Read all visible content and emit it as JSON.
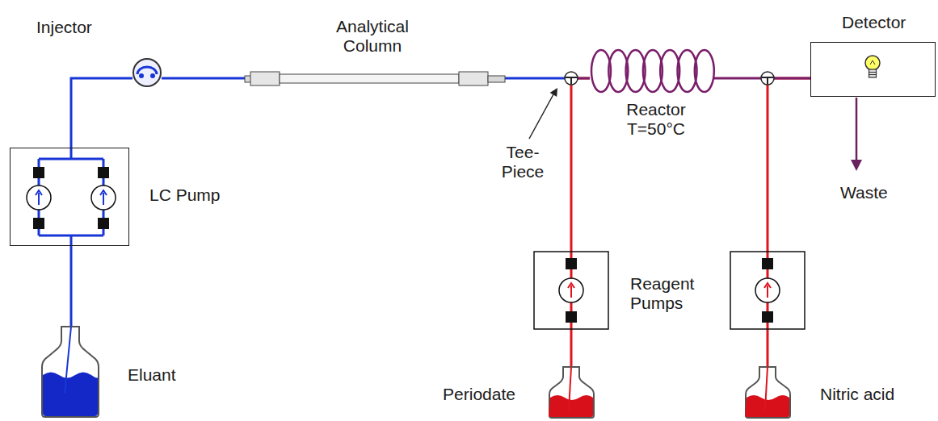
{
  "diagram": {
    "nodes": [
      {
        "text": [
          "Injector"
        ]
      },
      {
        "text": [
          "LC Pump"
        ]
      },
      {
        "text": [
          "Eluant"
        ]
      },
      {
        "text": [
          "Analytical Column"
        ]
      },
      {
        "text": [
          "Reactor T=50°C"
        ]
      },
      {
        "text": [
          "Detector"
        ]
      },
      {
        "text": [
          "Periodate"
        ]
      },
      {
        "text": [
          "Nitric acid"
        ]
      }
    ],
    "edges": [
      {
        "from": 2,
        "to": 1,
        "arrow": "none"
      },
      {
        "from": 1,
        "to": 0,
        "arrow": "none"
      },
      {
        "from": 0,
        "to": 3,
        "arrow": "none"
      },
      {
        "from": 3,
        "to": 4,
        "arrow": "none"
      },
      {
        "from": 4,
        "to": 5,
        "arrow": "none"
      },
      {
        "from": 6,
        "to": 4,
        "arrow": "none"
      },
      {
        "from": 7,
        "to": 5,
        "arrow": "none"
      }
    ],
    "labels": [
      "Tee- Piece",
      "Reagent Pumps",
      "Waste"
    ]
  }
}
